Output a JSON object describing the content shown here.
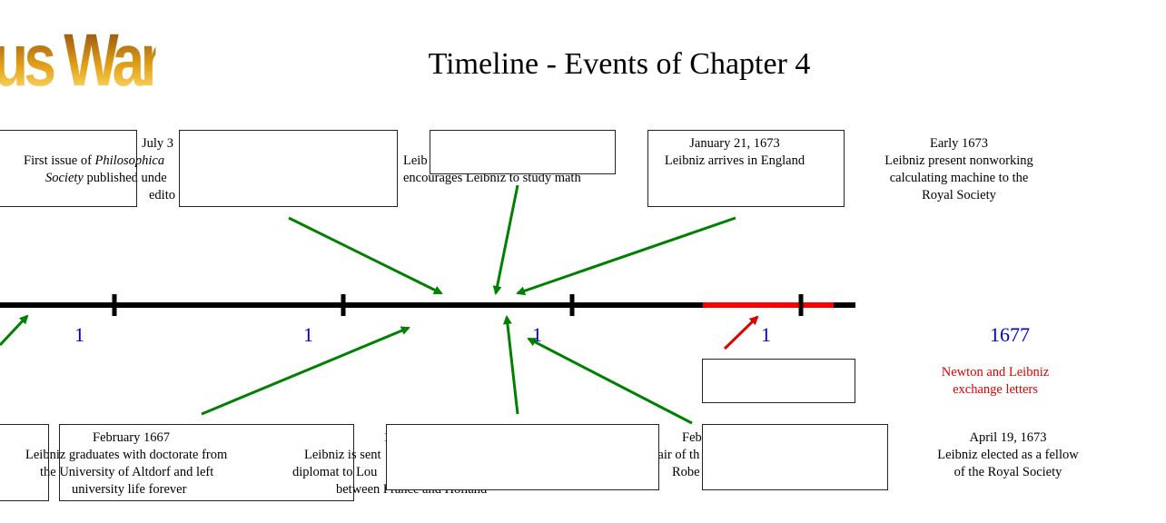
{
  "logo_text": "us Wars",
  "title": "Timeline - Events of Chapter 4",
  "colors": {
    "axis": "#000000",
    "highlight": "#ff0000",
    "arrow": "#008000",
    "year": "#0000cc",
    "logo": "#e3a21a"
  },
  "years": [
    "1",
    "1",
    "1",
    "1",
    "1677"
  ],
  "top_events": [
    {
      "date": "July 3",
      "text": [
        "First issue of ",
        "Philosophica"
      ],
      "text2": [
        "Society",
        " published unde"
      ],
      "text3": "edito"
    },
    {
      "date": "",
      "text": "Leib",
      "text2": "encourages Leibniz to study math"
    },
    {
      "date": "January 21, 1673",
      "text": "Leibniz arrives in England"
    },
    {
      "date": "Early 1673",
      "text": "Leibniz present nonworking",
      "text2": "calculating machine to the",
      "text3": "Royal Society"
    }
  ],
  "bottom_events": [
    {
      "date": "February 1667",
      "text": "Leibniz graduates with doctorate from",
      "text2": "the University of Altdorf and left",
      "text3": "university life forever"
    },
    {
      "date": "1",
      "text": "Leibniz is sent",
      "text2": "diplomat to Lou",
      "text3": "between France and Holland"
    },
    {
      "date": "Feb",
      "text": "The “affair of th",
      "text2": "Robe"
    },
    {
      "date": "April 19, 1673",
      "text": "Leibniz elected as a fellow",
      "text2": "of the Royal Society"
    }
  ],
  "middle_event": {
    "text": "Newton and Leibniz",
    "text2": "exchange letters"
  }
}
